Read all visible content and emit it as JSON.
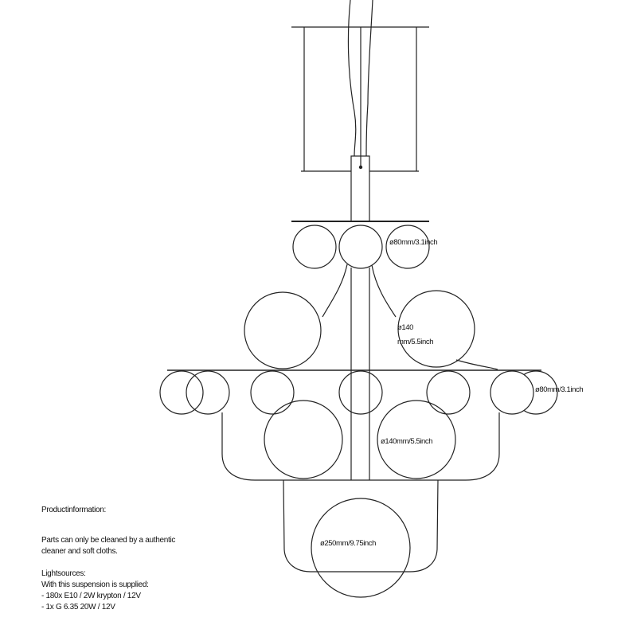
{
  "labels": {
    "top_small": "ø80mm/3.1inch",
    "upper_large_1": "ø140",
    "upper_large_2": "mm/5.5inch",
    "middle_small": "ø80mm/3.1inch",
    "lower_large": "ø140mm/5.5inch",
    "bottom_globe": "ø250mm/9.75inch"
  },
  "info": {
    "heading": "Productinformation:",
    "care_1": "Parts can only be cleaned by a authentic",
    "care_2": "cleaner and soft cloths.",
    "light_heading": "Lightsources:",
    "supplied": "With this suspension is supplied:",
    "bulb_1": "- 180x E10 / 2W krypton / 12V",
    "bulb_2": "- 1x G 6.35 20W / 12V"
  },
  "colors": {
    "line": "#222222",
    "background": "#ffffff"
  }
}
